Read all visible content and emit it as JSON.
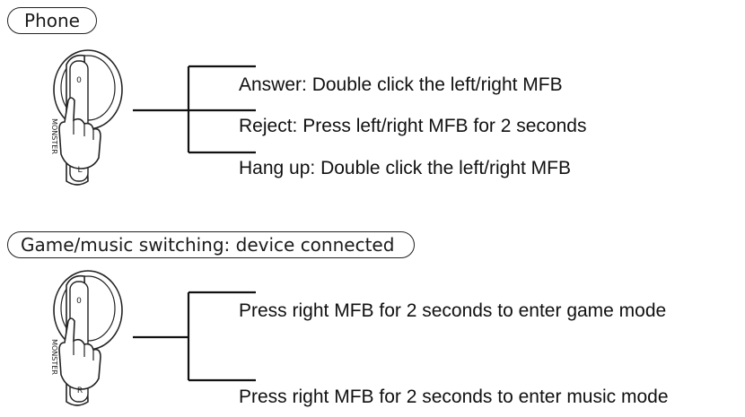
{
  "sections": [
    {
      "label": "Phone",
      "earbud": {
        "side": "L",
        "button_mark": "0",
        "brand_vertical": "MONSTER"
      },
      "instructions": [
        "Answer: Double click the left/right MFB",
        "Reject: Press left/right MFB for 2 seconds",
        "Hang up: Double click the left/right MFB"
      ]
    },
    {
      "label": "Game/music switching: device connected",
      "earbud": {
        "side": "R",
        "button_mark": "0",
        "brand_vertical": "MONSTER"
      },
      "instructions": [
        "Press right MFB for 2 seconds to enter game mode",
        "Press right MFB for 2 seconds to enter music mode"
      ]
    }
  ]
}
